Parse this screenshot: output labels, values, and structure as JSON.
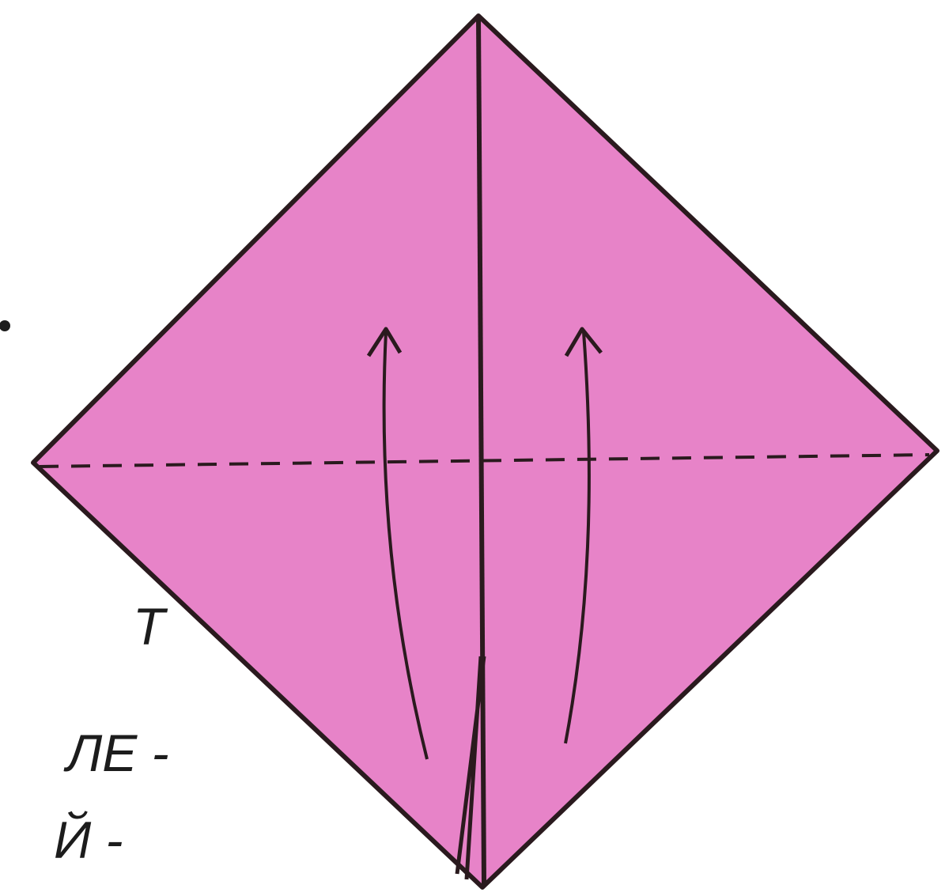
{
  "colors": {
    "paper": "#e783c8",
    "outline": "#2a1a1e",
    "background": "#ffffff"
  },
  "text_fragments": {
    "line1": "Т",
    "line2": "ЛЕ -",
    "line3": "Й -"
  }
}
